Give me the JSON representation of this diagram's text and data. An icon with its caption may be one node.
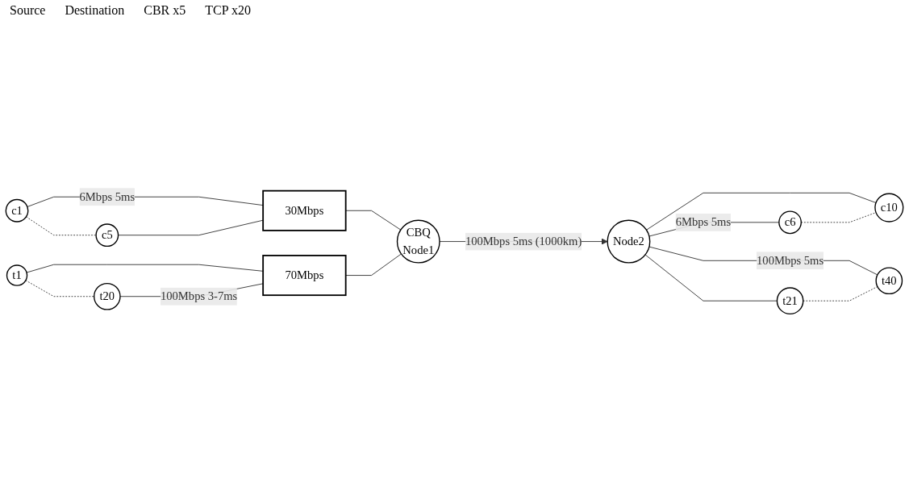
{
  "diagram": {
    "nodes": [
      {
        "text": [
          "c1"
        ]
      },
      {
        "text": [
          "c5"
        ]
      },
      {
        "text": [
          "t1"
        ]
      },
      {
        "text": [
          "t20"
        ]
      },
      {
        "text": [
          "30Mbps"
        ]
      },
      {
        "text": [
          "70Mbps"
        ]
      },
      {
        "text": [
          "CBQ",
          "Node1"
        ]
      },
      {
        "text": [
          "Node2"
        ]
      },
      {
        "text": [
          "c6"
        ]
      },
      {
        "text": [
          "c10"
        ]
      },
      {
        "text": [
          "t21"
        ]
      },
      {
        "text": [
          "t40"
        ]
      }
    ],
    "edges": [
      {
        "from": 0,
        "to": 1,
        "arrow": "none",
        "style": "dashed"
      },
      {
        "from": 0,
        "to": 4,
        "arrow": "none",
        "label": "6Mbps 5ms"
      },
      {
        "from": 1,
        "to": 4,
        "arrow": "none"
      },
      {
        "from": 2,
        "to": 3,
        "arrow": "none",
        "style": "dashed"
      },
      {
        "from": 2,
        "to": 5,
        "arrow": "none"
      },
      {
        "from": 3,
        "to": 5,
        "arrow": "none",
        "label": "100Mbps 3-7ms"
      },
      {
        "from": 4,
        "to": 6,
        "arrow": "none"
      },
      {
        "from": 5,
        "to": 6,
        "arrow": "none"
      },
      {
        "from": 6,
        "to": 7,
        "arrow": "to",
        "label": "100Mbps 5ms (1000km)"
      },
      {
        "from": 7,
        "to": 8,
        "arrow": "none",
        "label": "6Mbps 5ms"
      },
      {
        "from": 7,
        "to": 9,
        "arrow": "none"
      },
      {
        "from": 7,
        "to": 10,
        "arrow": "none"
      },
      {
        "from": 7,
        "to": 11,
        "arrow": "none",
        "label": "100Mbps 5ms"
      },
      {
        "from": 8,
        "to": 9,
        "arrow": "none",
        "style": "dashed"
      },
      {
        "from": 10,
        "to": 11,
        "arrow": "none",
        "style": "dashed"
      }
    ],
    "labels": [
      "Source",
      "Destination",
      "CBR x5",
      "TCP x20"
    ]
  }
}
